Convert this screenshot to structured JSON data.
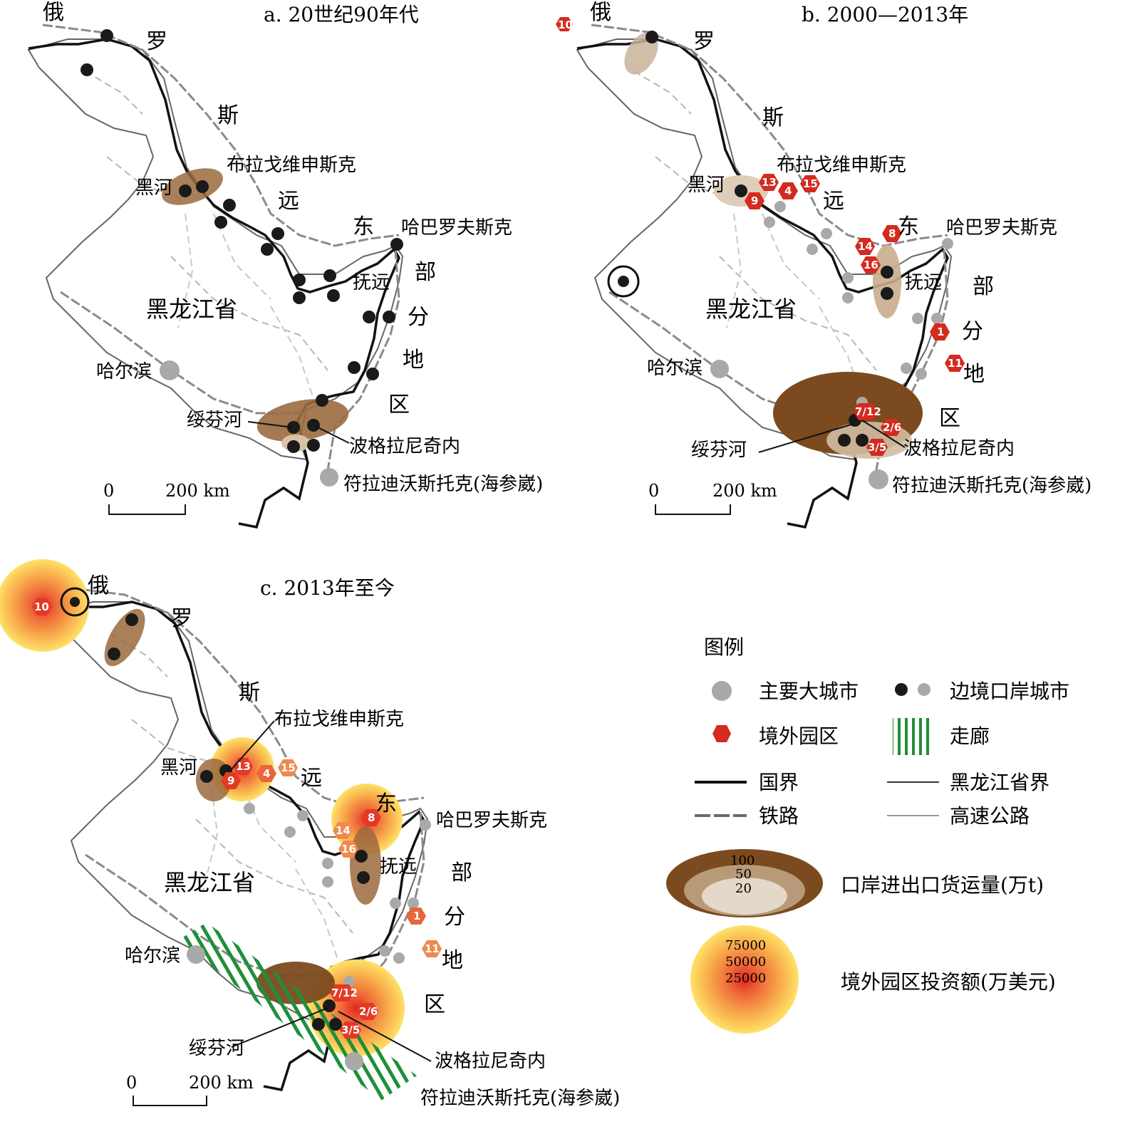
{
  "panels": {
    "a": {
      "title": "a. 20世纪90年代",
      "ru": [
        "俄",
        "罗",
        "斯",
        "远",
        "东",
        "部",
        "分",
        "地",
        "区"
      ],
      "cities": {
        "heihe": "黑河",
        "blag": "布拉戈维申斯克",
        "khab": "哈巴罗夫斯克",
        "fuyuan": "抚远",
        "harbin": "哈尔滨",
        "suifenhe": "绥芬河",
        "pogr": "波格拉尼奇内",
        "vlad": "符拉迪沃斯托克(海参崴)"
      },
      "province": "黑龙江省",
      "scale": {
        "zero": "0",
        "dist": "200 km"
      }
    },
    "b": {
      "title": "b. 2000—2013年",
      "ru": [
        "俄",
        "罗",
        "斯",
        "远",
        "东",
        "部",
        "分",
        "地",
        "区"
      ],
      "cities": {
        "heihe": "黑河",
        "blag": "布拉戈维申斯克",
        "khab": "哈巴罗夫斯克",
        "fuyuan": "抚远",
        "harbin": "哈尔滨",
        "suifenhe": "绥芬河",
        "pogr": "波格拉尼奇内",
        "vlad": "符拉迪沃斯托克(海参崴)"
      },
      "province": "黑龙江省",
      "scale": {
        "zero": "0",
        "dist": "200 km"
      },
      "parks": [
        "10",
        "13",
        "4",
        "15",
        "9",
        "8",
        "14",
        "16",
        "1",
        "11",
        "7/12",
        "2/6",
        "3/5"
      ]
    },
    "c": {
      "title": "c. 2013年至今",
      "ru": [
        "俄",
        "罗",
        "斯",
        "远",
        "东",
        "部",
        "分",
        "地",
        "区"
      ],
      "cities": {
        "heihe": "黑河",
        "blag": "布拉戈维申斯克",
        "khab": "哈巴罗夫斯克",
        "fuyuan": "抚远",
        "harbin": "哈尔滨",
        "suifenhe": "绥芬河",
        "pogr": "波格拉尼奇内",
        "vlad": "符拉迪沃斯托克(海参崴)"
      },
      "province": "黑龙江省",
      "scale": {
        "zero": "0",
        "dist": "200 km"
      },
      "parks": [
        "10",
        "13",
        "4",
        "15",
        "9",
        "8",
        "14",
        "16",
        "1",
        "11",
        "7/12",
        "2/6",
        "3/5"
      ]
    }
  },
  "legend": {
    "title": "图例",
    "major_city": "主要大城市",
    "border_city": "边境口岸城市",
    "overseas_park": "境外园区",
    "corridor": "走廊",
    "national_border": "国界",
    "province_border": "黑龙江省界",
    "railway": "铁路",
    "highway": "高速公路",
    "port_volume": {
      "label": "口岸进出口货运量(万t)",
      "levels": [
        "100",
        "50",
        "20"
      ]
    },
    "park_investment": {
      "label": "境外园区投资额(万美元)",
      "levels": [
        "75000",
        "50000",
        "25000"
      ]
    }
  },
  "colors": {
    "port_dark": "#8b5a2b",
    "port_mid": "#b89a78",
    "port_light": "#e4d8c8",
    "park_red": "#d42a1f",
    "corridor_green": "#1f8f3a",
    "border": "#111111",
    "major_city": "#a9a9a9",
    "border_city": "#1a1a1a"
  }
}
